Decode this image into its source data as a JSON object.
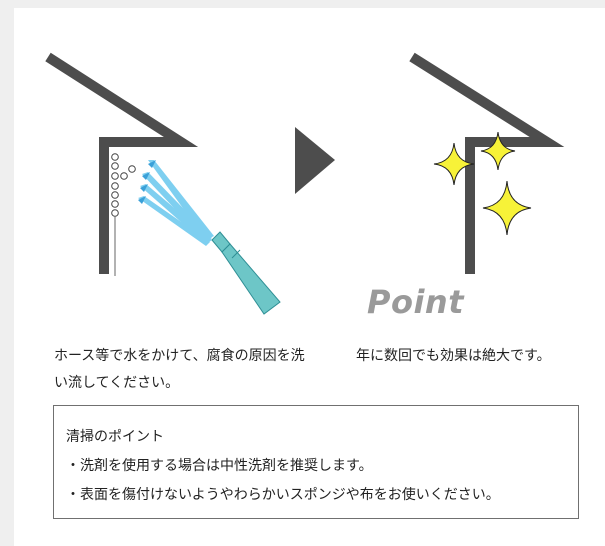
{
  "point_label": "Point",
  "captions": {
    "before": "ホース等で水をかけて、腐食の原因を洗い流してください。",
    "after": "年に数回でも効果は絶大です。"
  },
  "tips": {
    "title": "清掃のポイント",
    "items": [
      "・洗剤を使用する場合は中性洗剤を推奨します。",
      "・表面を傷付けないようやわらかいスポンジや布をお使いください。"
    ]
  },
  "icons": {
    "before_scene": "wall-hose-spray-icon",
    "arrow": "right-triangle-arrow-icon",
    "after_scene": "wall-sparkle-icon"
  },
  "colors": {
    "wall": "#4d4d4d",
    "hose_body": "#6dc6c7",
    "hose_outline": "#2f8f95",
    "water": "#7ecff0",
    "water_dark": "#3aa0d8",
    "sparkle_fill": "#f7f238",
    "sparkle_stroke": "#222222",
    "arrow": "#4d4d4d",
    "point_text": "#9a9a9a"
  }
}
